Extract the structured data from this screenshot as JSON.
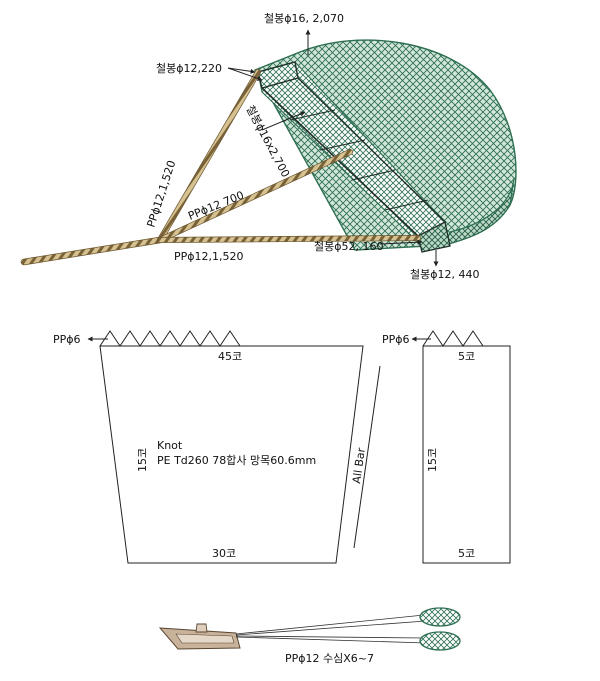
{
  "trawl_rig": {
    "label_bar_top": "철봉ϕ16, 2,070",
    "label_bar_left": "철봉ϕ12,220",
    "label_bar_diag": "철봉ϕ16x2,700",
    "label_pp_upper": "PPϕ12,1,520",
    "label_pp_middle": "PPϕ12  700",
    "label_pp_lower": "PPϕ12,1,520",
    "label_bar_ring": "철봉ϕ52, 160",
    "label_bar_bottom": "철봉ϕ12, 440"
  },
  "net_panel_a": {
    "label_float_line": "PPϕ6",
    "label_top_meshes": "45코",
    "label_side_meshes": "15코",
    "label_bottom_meshes": "30코",
    "label_knot": "Knot",
    "label_spec": "PE Td260 78합사 망목60.6mm",
    "label_all_bar": "All Bar"
  },
  "net_panel_b": {
    "label_float_line": "PPϕ6",
    "label_top_meshes": "5코",
    "label_side_meshes": "15코",
    "label_bottom_meshes": "5코"
  },
  "towing": {
    "label_tow_line": "PPϕ12 수심X6~7"
  },
  "colors": {
    "net_green": "#2e6f52",
    "net_fill": "#cfe6d8",
    "rope_light": "#d6c190",
    "rope_dark": "#6b5630",
    "boat_hull": "#c9b29a",
    "line": "#222222"
  }
}
